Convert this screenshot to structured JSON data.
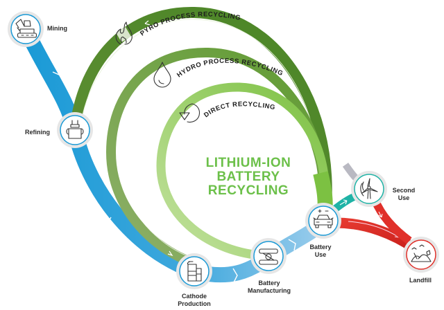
{
  "title": {
    "lines": [
      "LITHIUM-ION",
      "BATTERY",
      "RECYCLING"
    ],
    "color": "#6cc04a"
  },
  "stages": {
    "mining": {
      "label": [
        "Mining"
      ],
      "icon": "excavator-icon"
    },
    "refining": {
      "label": [
        "Refining"
      ],
      "icon": "refining-crusher-icon"
    },
    "cathode": {
      "label": [
        "Cathode",
        "Production"
      ],
      "icon": "cathode-tanks-icon"
    },
    "manufacturing": {
      "label": [
        "Battery",
        "Manufacturing"
      ],
      "icon": "conveyor-belt-icon"
    },
    "battery_use": {
      "label": [
        "Battery",
        "Use"
      ],
      "icon": "electric-car-icon"
    },
    "second_use": {
      "label": [
        "Second",
        "Use"
      ],
      "icon": "wind-turbine-icon"
    },
    "landfill": {
      "label": [
        "Landfill"
      ],
      "icon": "landfill-icon"
    }
  },
  "recycling_paths": {
    "pyro": {
      "label": "PYRO PROCESS RECYCLING",
      "icon": "flame-icon",
      "color": "#4f8a2b"
    },
    "hydro": {
      "label": "HYDRO PROCESS RECYCLING",
      "icon": "water-drop-icon",
      "color": "#7aaa4a"
    },
    "direct": {
      "label": "DIRECT RECYCLING",
      "icon": "cycle-arrow-icon",
      "color": "#8cc84b"
    }
  },
  "colors": {
    "supply_chain": "#1a9ad6",
    "supply_chain_light": "#8cc6e8",
    "second_use_path": "#1fb3a6",
    "landfill_path": "#e0302a",
    "return_gray": "#b8b8c0",
    "node_ring_blue": "#1a9ad6",
    "node_ring_teal": "#1fb3a6",
    "node_ring_red": "#e0302a"
  }
}
